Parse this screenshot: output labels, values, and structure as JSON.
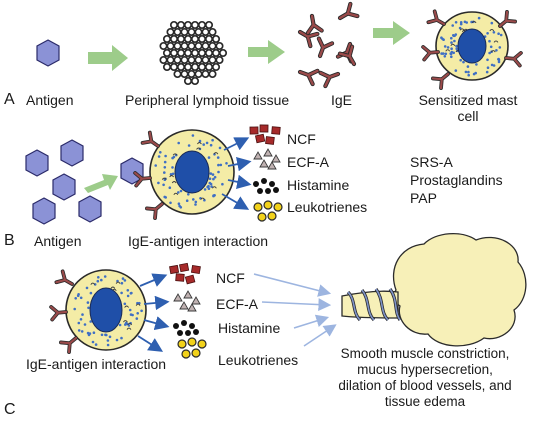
{
  "panel_a": {
    "letter": "A",
    "labels": {
      "antigen": "Antigen",
      "tissue": "Peripheral lymphoid tissue",
      "ige": "IgE",
      "mast_cell_line1": "Sensitized mast",
      "mast_cell_line2": "cell"
    }
  },
  "panel_b": {
    "letter": "B",
    "labels": {
      "antigen": "Antigen",
      "interaction": "IgE-antigen interaction"
    },
    "mediators": [
      "NCF",
      "ECF-A",
      "Histamine",
      "Leukotrienes"
    ],
    "other_mediators": [
      "SRS-A",
      "Prostaglandins",
      "PAP"
    ]
  },
  "panel_c": {
    "letter": "C",
    "labels": {
      "interaction": "IgE-antigen interaction"
    },
    "mediators": [
      "NCF",
      "ECF-A",
      "Histamine",
      "Leukotrienes"
    ],
    "outcome_lines": [
      "Smooth muscle constriction,",
      "mucus hypersecretion,",
      "dilation of blood vessels, and",
      "tissue edema"
    ]
  },
  "colors": {
    "antigen_fill": "#8b92d6",
    "cell_fill": "#f4eca6",
    "nucleus": "#1f4fa8",
    "ige": "#9a4a4a",
    "green_arrow": "#9dcc8a",
    "blue_arrow": "#2e5fb0",
    "ncf": "#a62a2a",
    "leukotriene": "#f2d21b",
    "airway": "#f7f0b8"
  }
}
